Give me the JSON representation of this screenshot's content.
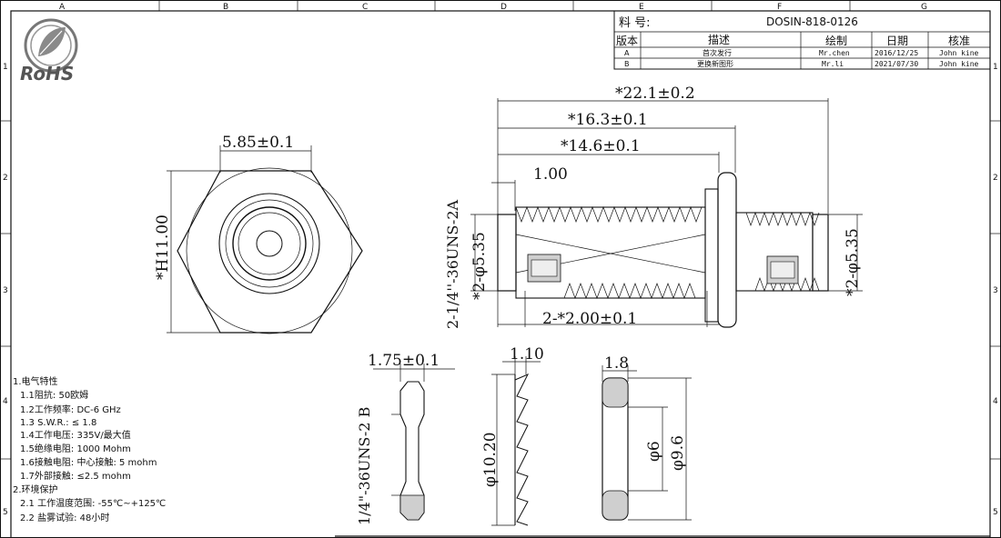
{
  "border": {
    "columns": [
      "A",
      "B",
      "C",
      "D",
      "E",
      "F",
      "G"
    ],
    "rows": [
      "1",
      "2",
      "3",
      "4",
      "5"
    ]
  },
  "logo": {
    "text": "RoHS"
  },
  "title_block": {
    "part_label": "料 号:",
    "part_number": "DOSIN-818-0126",
    "headers": [
      "版本",
      "描述",
      "绘制",
      "日期",
      "核准"
    ],
    "rows": [
      [
        "A",
        "首次发行",
        "Mr.chen",
        "2016/12/25",
        "John kine"
      ],
      [
        "B",
        "更换新图形",
        "Mr.li",
        "2021/07/30",
        "John kine"
      ]
    ]
  },
  "dimensions": {
    "hex_width": "5.85±0.1",
    "hex_height": "*H11.00",
    "overall_length": "*22.1±0.2",
    "length_2": "*16.3±0.1",
    "length_3": "*14.6±0.1",
    "step": "1.00",
    "thread_spec": "2-1/4''-36UNS-2A",
    "left_dia": "*2-φ5.35",
    "right_dia": "*2-φ5.35",
    "thread_len": "2-*2.00±0.1",
    "nut_thickness": "1.75±0.1",
    "nut_thread": "1/4\"-36UNS-2 B",
    "washer_thickness": "1.10",
    "washer_dia": "φ10.20",
    "ring_thickness": "1.8",
    "ring_inner": "φ6",
    "ring_outer": "φ9.6"
  },
  "specs": [
    "1.电气特性",
    "1.1阻抗: 50欧姆",
    "1.2工作频率: DC-6 GHz",
    "1.3 S.W.R.: ≤ 1.8",
    "1.4工作电压: 335V/最大值",
    "1.5绝缘电阻: 1000 Mohm",
    "1.6接触电阻: 中心接触: 5 mohm",
    "1.7外部接触: ≤2.5 mohm",
    "2.环境保护",
    "2.1 工作温度范围: -55℃~+125℃",
    "2.2 盐雾试验: 48小时"
  ]
}
